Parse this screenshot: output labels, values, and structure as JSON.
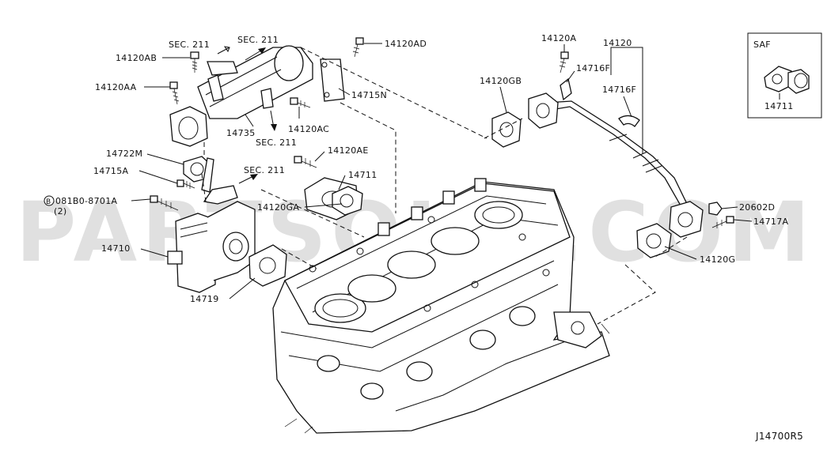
{
  "diagram": {
    "diagram_id": "J14700R5",
    "watermark": "PARTSOUQ.COM",
    "inset": {
      "title": "SAF",
      "part": "14711"
    },
    "labels": {
      "sec211_a": "SEC. 211",
      "sec211_b": "SEC. 211",
      "sec211_c": "SEC. 211",
      "sec211_d": "SEC. 211",
      "p14120AB": "14120AB",
      "p14120AA": "14120AA",
      "p14120AD": "14120AD",
      "p14715N": "14715N",
      "p14735": "14735",
      "p14120AC": "14120AC",
      "p14722M": "14722M",
      "p14715A": "14715A",
      "p14120AE": "14120AE",
      "p14711": "14711",
      "p14120GA": "14120GA",
      "bolt_circle": "B",
      "bolt": "081B0-8701A",
      "bolt_qty": "(2)",
      "p14710": "14710",
      "p14719": "14719",
      "p14120A": "14120A",
      "p14120": "14120",
      "p14716F_a": "14716F",
      "p14716F_b": "14716F",
      "p14120GB": "14120GB",
      "p20602D": "20602D",
      "p14717A": "14717A",
      "p14120G": "14120G"
    }
  }
}
